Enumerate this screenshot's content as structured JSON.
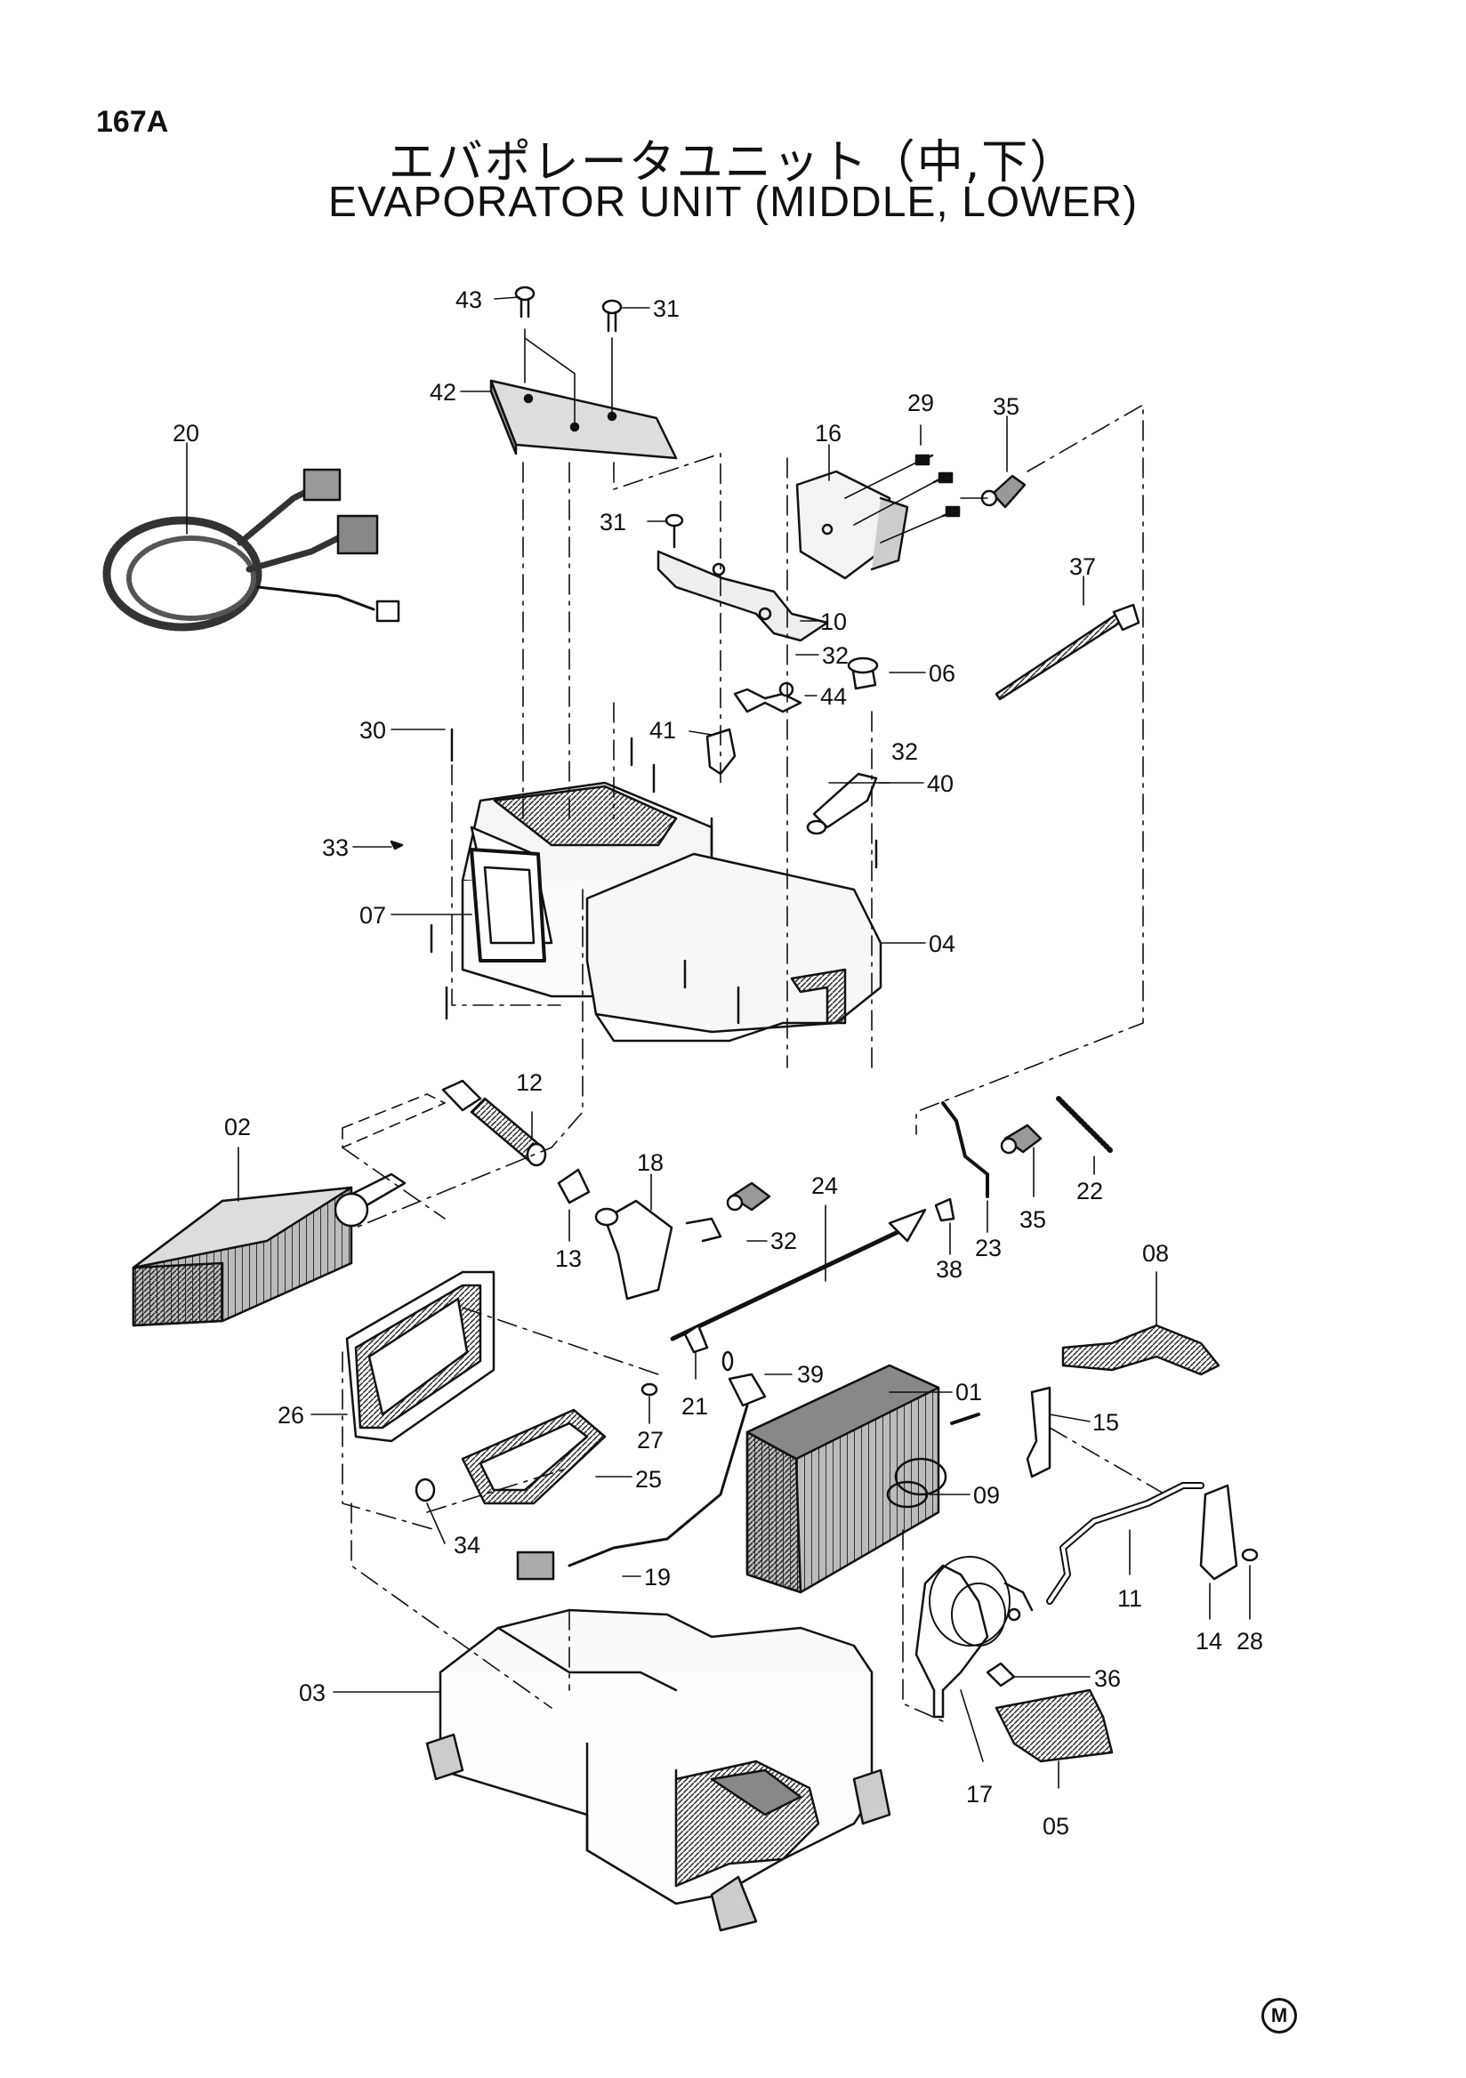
{
  "page_number": "167A",
  "title_japanese": "エバポレータユニット（中,下）",
  "title_english": "EVAPORATOR UNIT (MIDDLE, LOWER)",
  "corner_mark": "M",
  "part_labels": {
    "p43": "43",
    "p31a": "31",
    "p42": "42",
    "p29": "29",
    "p35a": "35",
    "p16": "16",
    "p20": "20",
    "p31b": "31",
    "p37": "37",
    "p10": "10",
    "p32a": "32",
    "p06": "06",
    "p44": "44",
    "p41": "41",
    "p30": "30",
    "p32b": "32",
    "p40": "40",
    "p33": "33",
    "p07": "07",
    "p04": "04",
    "p12": "12",
    "p02": "02",
    "p18": "18",
    "p24": "24",
    "p35b": "35",
    "p22": "22",
    "p13": "13",
    "p32c": "32",
    "p23": "23",
    "p38": "38",
    "p08": "08",
    "p39": "39",
    "p01": "01",
    "p26": "26",
    "p21": "21",
    "p15": "15",
    "p27": "27",
    "p25": "25",
    "p09": "09",
    "p34": "34",
    "p19": "19",
    "p11": "11",
    "p14": "14",
    "p28": "28",
    "p03": "03",
    "p36": "36",
    "p17": "17",
    "p05": "05"
  }
}
